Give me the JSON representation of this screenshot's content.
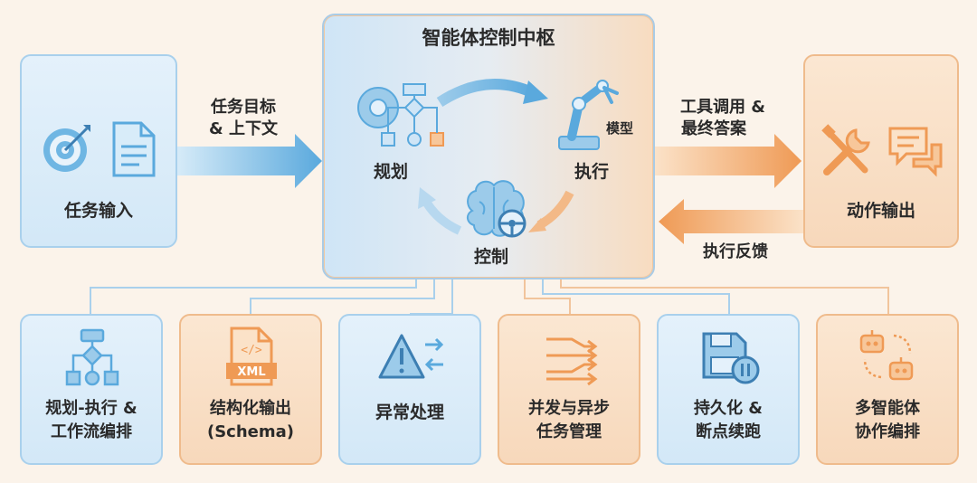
{
  "hub": {
    "title": "智能体控制中枢",
    "plan_label": "规划",
    "exec_label": "执行",
    "model_label": "模型",
    "control_label": "控制"
  },
  "input_box": {
    "label": "任务输入"
  },
  "output_box": {
    "label": "动作输出"
  },
  "arrows": {
    "input_line1": "任务目标",
    "input_line2": "& 上下文",
    "output_line1": "工具调用 &",
    "output_line2": "最终答案",
    "feedback": "执行反馈"
  },
  "modules": [
    {
      "line1": "规划-执行 &",
      "line2": "工作流编排",
      "icon": "flowchart-icon",
      "color": "blue"
    },
    {
      "line1": "结构化输出",
      "line2": "(Schema)",
      "icon": "xml-file-icon",
      "color": "orange"
    },
    {
      "line1": "异常处理",
      "line2": "",
      "icon": "warning-arrows-icon",
      "color": "blue"
    },
    {
      "line1": "并发与异步",
      "line2": "任务管理",
      "icon": "parallel-arrows-icon",
      "color": "orange"
    },
    {
      "line1": "持久化 &",
      "line2": "断点续跑",
      "icon": "save-pause-icon",
      "color": "blue"
    },
    {
      "line1": "多智能体",
      "line2": "协作编排",
      "icon": "robots-icon",
      "color": "orange"
    }
  ],
  "colors": {
    "blue": "#5aa9dd",
    "orange": "#ef9a55"
  }
}
